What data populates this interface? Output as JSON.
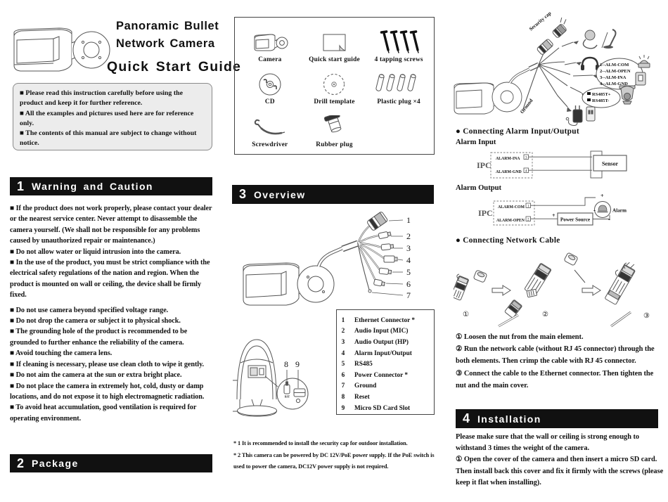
{
  "header": {
    "title_line1": "Panoramic Bullet",
    "title_line2": "Network Camera",
    "subtitle": "Quick Start Guide"
  },
  "notice": {
    "items": [
      "■ Please read this instruction carefully before using the product and keep it for further reference.",
      "■ All the examples and pictures used here are for reference only.",
      "■ The contents of this manual are subject to change without notice."
    ]
  },
  "sections": {
    "s1_num": "1",
    "s1_title": "Warning and Caution",
    "s2_num": "2",
    "s2_title": "Package",
    "s3_num": "3",
    "s3_title": "Overview",
    "s4_num": "4",
    "s4_title": "Installation"
  },
  "warnings": {
    "items": [
      "■ If the product does not work properly, please contact your dealer or the nearest service center. Never attempt to disassemble the camera yourself. (We shall not be responsible for any problems caused by unauthorized repair or maintenance.)",
      "■ Do not allow water or liquid intrusion into the camera.",
      "■ In the use of the product, you must be strict compliance with the electrical safety regulations of the nation and region. When the product is mounted on wall or ceiling, the device shall be firmly fixed.",
      "■ Do not use camera beyond specified voltage range.",
      "■ Do not drop the camera or subject it to physical shock.",
      "■ The grounding hole of the product is recommended to be grounded to further enhance the reliability of the camera.",
      "■  Avoid touching the camera lens.",
      "■ If cleaning is necessary, please use clean cloth to wipe it gently.",
      "■ Do not aim the camera at the sun or extra bright place.",
      "■ Do not place the camera in extremely hot, cold, dusty or damp locations, and do not expose it to high electromagnetic radiation.",
      "■ To avoid heat accumulation, good ventilation is required for operating environment."
    ]
  },
  "package_box": {
    "items": [
      "Camera",
      "Quick start guide",
      "4 tapping screws",
      "CD",
      "Drill template",
      "Plastic plug ×4",
      "Screwdriver",
      "Rubber plug"
    ]
  },
  "overview": {
    "callouts": [
      "1",
      "2",
      "3",
      "4",
      "5",
      "6",
      "7"
    ],
    "callout8": "8",
    "callout9": "9",
    "rst_label": "RST",
    "connectors": [
      {
        "num": "1",
        "label": "Ethernet Connector *"
      },
      {
        "num": "2",
        "label": "Audio Input (MIC)"
      },
      {
        "num": "3",
        "label": "Audio Output (HP)"
      },
      {
        "num": "4",
        "label": "Alarm Input/Output"
      },
      {
        "num": "5",
        "label": "RS485"
      },
      {
        "num": "6",
        "label": "Power Connector *"
      },
      {
        "num": "7",
        "label": "Ground"
      },
      {
        "num": "8",
        "label": "Reset"
      },
      {
        "num": "9",
        "label": "Micro SD Card Slot"
      }
    ],
    "footnotes": [
      "* 1  It is recommended to install the security cap for outdoor installation.",
      "* 2  This camera can be powered by DC 12V/PoE power supply. If the PoE switch is used to power the camera, DC12V power supply is not required."
    ]
  },
  "cable_diagram": {
    "security_cap": "Security cap",
    "ground": "Ground",
    "alm_lines": [
      "1--ALM-COM",
      "2--ALM-OPEN",
      "3--ALM-INA",
      "4--ALM-GND"
    ],
    "rs485_plus": "RS485T+",
    "rs485_minus": "RS485T-"
  },
  "alarm": {
    "heading": "● Connecting Alarm Input/Output",
    "input_title": "Alarm Input",
    "output_title": "Alarm Output",
    "ipc": "IPC",
    "sensor": "Sensor",
    "alarm_label": "Alarm",
    "power_source": "Power Source",
    "alarm_ina": "ALARM-INA",
    "alarm_gnd": "ALARM-GND",
    "alarm_com": "ALARM-COM",
    "alarm_open": "ALARM-OPEN",
    "pin1": "1",
    "pin2": "2",
    "pin3": "3",
    "pin4": "4",
    "plus": "+",
    "minus": "-"
  },
  "network": {
    "heading": "● Connecting Network Cable",
    "marks": [
      "①",
      "②",
      "③"
    ],
    "steps": [
      "① Loosen the nut from the main element.",
      "② Run the network cable (without RJ 45 connector) through the both elements. Then crimp the cable with RJ 45 connector.",
      "③ Connect the cable to the Ethernet connector. Then tighten the nut and the main cover."
    ]
  },
  "installation": {
    "paras": [
      "Please make sure that the wall or ceiling is strong enough to withstand 3 times the weight of the camera.",
      "① Open the cover of the camera and then insert a micro SD card. Then install back this cover and fix it firmly with the screws (please keep it flat when installing)."
    ]
  },
  "colors": {
    "bar_bg": "#111111",
    "notice_bg": "#ececec",
    "line_gray": "#555555"
  }
}
